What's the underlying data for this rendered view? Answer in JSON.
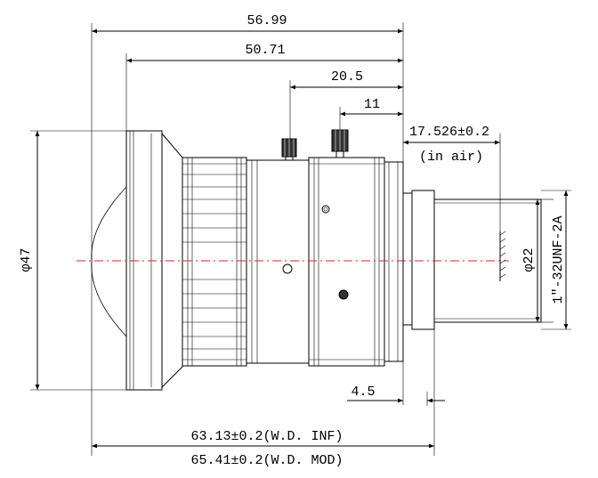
{
  "dimensions": {
    "overall_length": "56.99",
    "body_length": "50.71",
    "focus_screw_position": "20.5",
    "iris_screw_position": "11",
    "flange_back": "17.526±0.2",
    "flange_back_note": "(in air)",
    "front_diameter": "φ47",
    "mount_diameter": "φ22",
    "mount_thread": "1″-32UNF-2A",
    "mount_protrusion": "4.5",
    "total_length_inf": "63.13±0.2(W.D.  INF)",
    "total_length_mod": "65.41±0.2(W.D.  MOD)"
  },
  "colors": {
    "outline": "#000000",
    "optical_axis": "#e0201c"
  }
}
